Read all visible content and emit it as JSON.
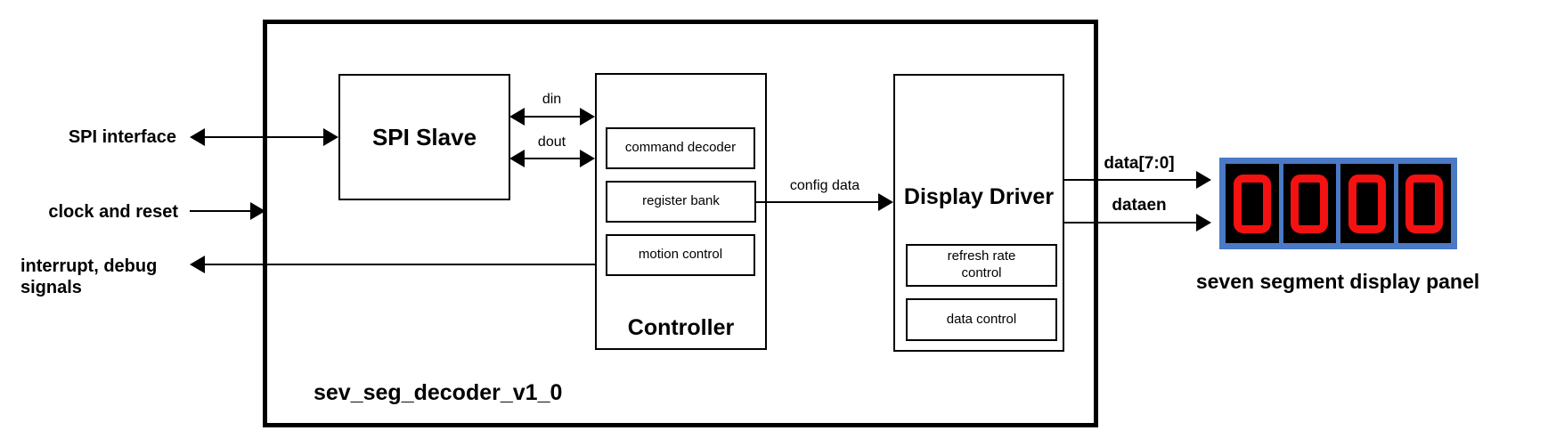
{
  "diagram": {
    "title": "sev_seg_decoder_v1_0",
    "external_labels": {
      "spi_interface": "SPI interface",
      "clock_reset": "clock and reset",
      "interrupt_debug": "interrupt, debug signals"
    },
    "blocks": {
      "spi_slave": {
        "label": "SPI Slave"
      },
      "controller": {
        "label": "Controller",
        "sub": [
          "command decoder",
          "register bank",
          "motion control"
        ]
      },
      "display_driver": {
        "label": "Display Driver",
        "sub": [
          "refresh rate control",
          "data control"
        ]
      }
    },
    "signals": {
      "din": "din",
      "dout": "dout",
      "config_data": "config data",
      "data_bus": "data[7:0]",
      "data_enable": "dataen"
    },
    "panel": {
      "label": "seven segment display panel",
      "digits": [
        "0",
        "0",
        "0",
        "0"
      ],
      "colors": {
        "frame_blue": "#4a79c6",
        "cell_black": "#000000",
        "segment_red": "#f41111"
      }
    }
  }
}
